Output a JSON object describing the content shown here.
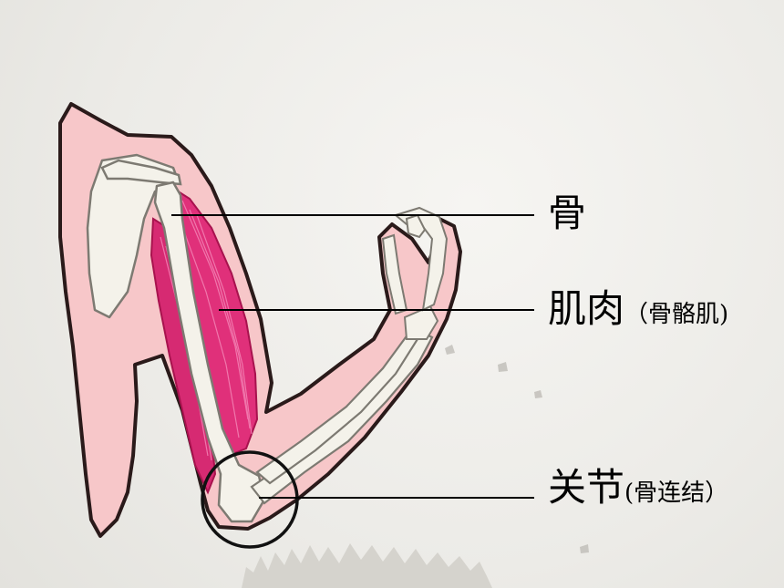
{
  "labels": {
    "bone": {
      "main": "骨"
    },
    "muscle": {
      "main": "肌肉",
      "sub": "（骨骼肌)"
    },
    "joint": {
      "main": "关节",
      "sub": "(骨连结）"
    }
  },
  "colors": {
    "skin": "#f8c8c8",
    "skin_outline": "#2a1a1a",
    "muscle": "#e0307a",
    "muscle_dark": "#b8185a",
    "bone": "#f4f2ea",
    "bone_outline": "#7d7a72",
    "line": "#000000"
  }
}
